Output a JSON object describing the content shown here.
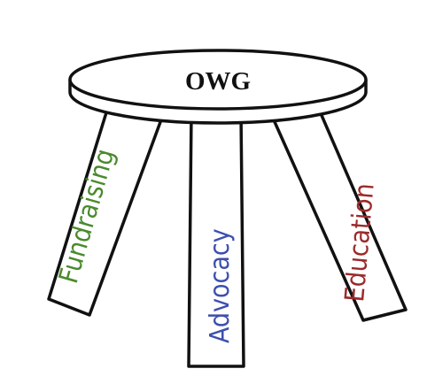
{
  "seat": {
    "title": "OWG"
  },
  "legs": [
    {
      "id": "left",
      "label": "Fundraising",
      "color": "#4a8a2c"
    },
    {
      "id": "center",
      "label": "Advocacy",
      "color": "#3d4fae"
    },
    {
      "id": "right",
      "label": "Education",
      "color": "#9c2a2a"
    }
  ]
}
